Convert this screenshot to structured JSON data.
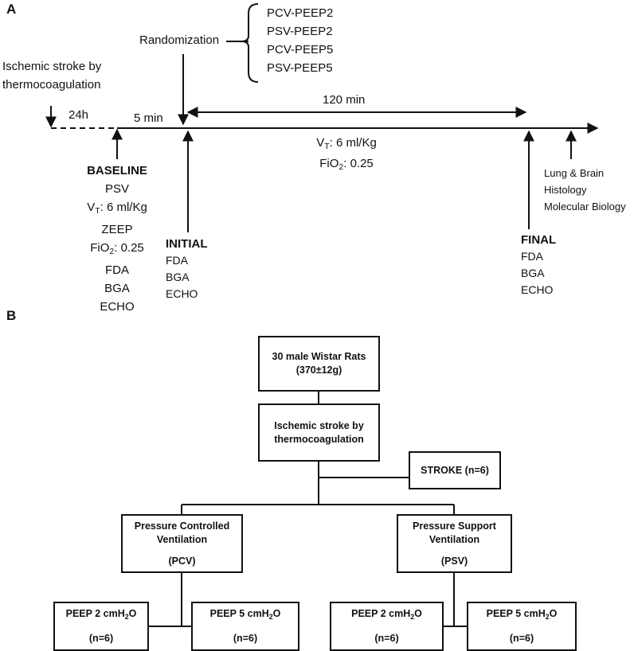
{
  "panel_a": {
    "label": "A",
    "randomization": "Randomization",
    "groups": [
      "PCV-PEEP2",
      "PSV-PEEP2",
      "PCV-PEEP5",
      "PSV-PEEP5"
    ],
    "stroke_label_line1": "Ischemic stroke by",
    "stroke_label_line2": "thermocoagulation",
    "time_24h": "24h",
    "time_5min": "5 min",
    "time_120min": "120 min",
    "vt_prefix": "V",
    "vt_sub": "T",
    "vt_suffix": ": 6 ml/Kg",
    "fio2_prefix": "FiO",
    "fio2_sub": "2",
    "fio2_suffix": ": 0.25",
    "baseline": {
      "title": "BASELINE",
      "mode": "PSV",
      "vt_suffix": ": 6 ml/Kg",
      "peep": "ZEEP",
      "fio2_suffix": ": 0.25",
      "items": [
        "FDA",
        "BGA",
        "ECHO"
      ]
    },
    "initial": {
      "title": "INITIAL",
      "items": [
        "FDA",
        "BGA",
        "ECHO"
      ]
    },
    "final": {
      "title": "FINAL",
      "items": [
        "FDA",
        "BGA",
        "ECHO"
      ]
    },
    "post": [
      "Lung & Brain",
      "Histology",
      "Molecular Biology"
    ]
  },
  "panel_b": {
    "label": "B",
    "rats_line1": "30 male Wistar Rats",
    "rats_line2": "(370±12g)",
    "stroke_line1": "Ischemic stroke by",
    "stroke_line2": "thermocoagulation",
    "stroke_group": "STROKE (n=6)",
    "pcv_line1": "Pressure Controlled",
    "pcv_line2": "Ventilation",
    "pcv_abbr": "(PCV)",
    "psv_line1": "Pressure Support",
    "psv_line2": "Ventilation",
    "psv_abbr": "(PSV)",
    "peep2_prefix": "PEEP 2 cmH",
    "peep5_prefix": "PEEP 5 cmH",
    "h2o_sub": "2",
    "h2o_suffix": "O",
    "n6": "(n=6)"
  }
}
